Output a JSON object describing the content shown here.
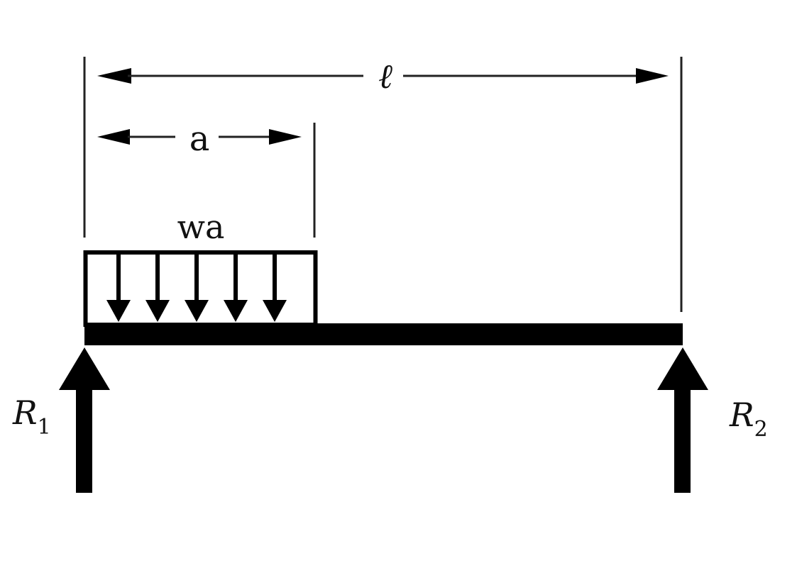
{
  "diagram": {
    "type": "simply-supported beam with partial uniform distributed load",
    "labels": {
      "span_length": "ℓ",
      "load_length": "a",
      "load": "wa",
      "reaction_left": "R",
      "reaction_left_sub": "1",
      "reaction_right": "R",
      "reaction_right_sub": "2"
    },
    "load_arrow_count": 5,
    "colors": {
      "ink": "#000000",
      "dimension_line": "#222222",
      "background": "#ffffff"
    }
  }
}
